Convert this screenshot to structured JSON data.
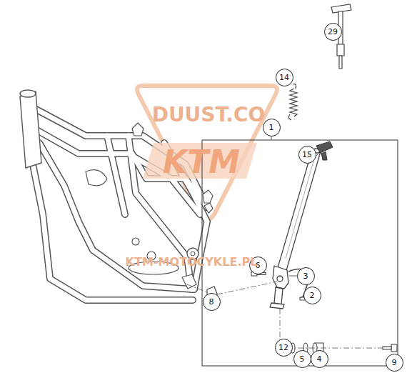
{
  "diagram": {
    "labels": [
      "29",
      "14",
      "1",
      "15",
      "6",
      "3",
      "2",
      "8",
      "12",
      "5",
      "4",
      "9",
      "DUUST.CO",
      "KTM",
      "KTM-MOTOCYKLE.PL"
    ]
  }
}
